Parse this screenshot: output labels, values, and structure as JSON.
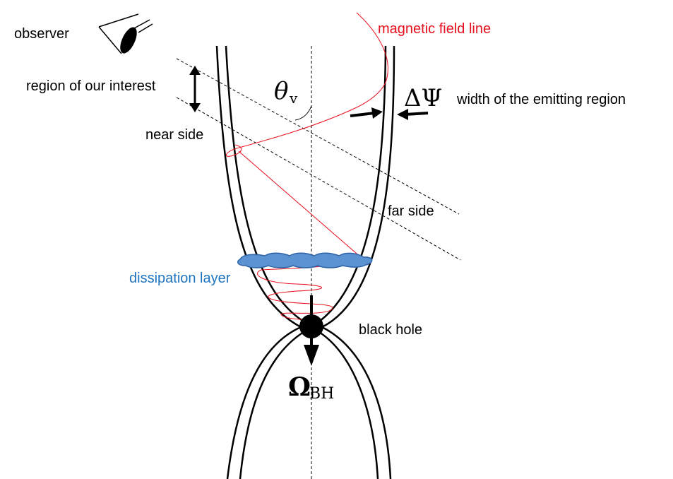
{
  "labels": {
    "observer": "observer",
    "region": "region of our interest",
    "near_side": "near side",
    "far_side": "far side",
    "magnetic_field_line": "magnetic field line",
    "width_text": "width of the emitting region",
    "dissipation_layer": "dissipation layer",
    "black_hole": "black hole"
  },
  "symbols": {
    "theta": "θ",
    "theta_sub": "v",
    "delta_psi": "ΔΨ",
    "omega": "Ω",
    "omega_sub": "BH"
  },
  "colors": {
    "field_line": "#e8101e",
    "dissipation_text": "#1f74c0",
    "dissipation_fill": "#5b93d2",
    "dissipation_stroke": "#2e62a8",
    "ink": "#000000"
  }
}
